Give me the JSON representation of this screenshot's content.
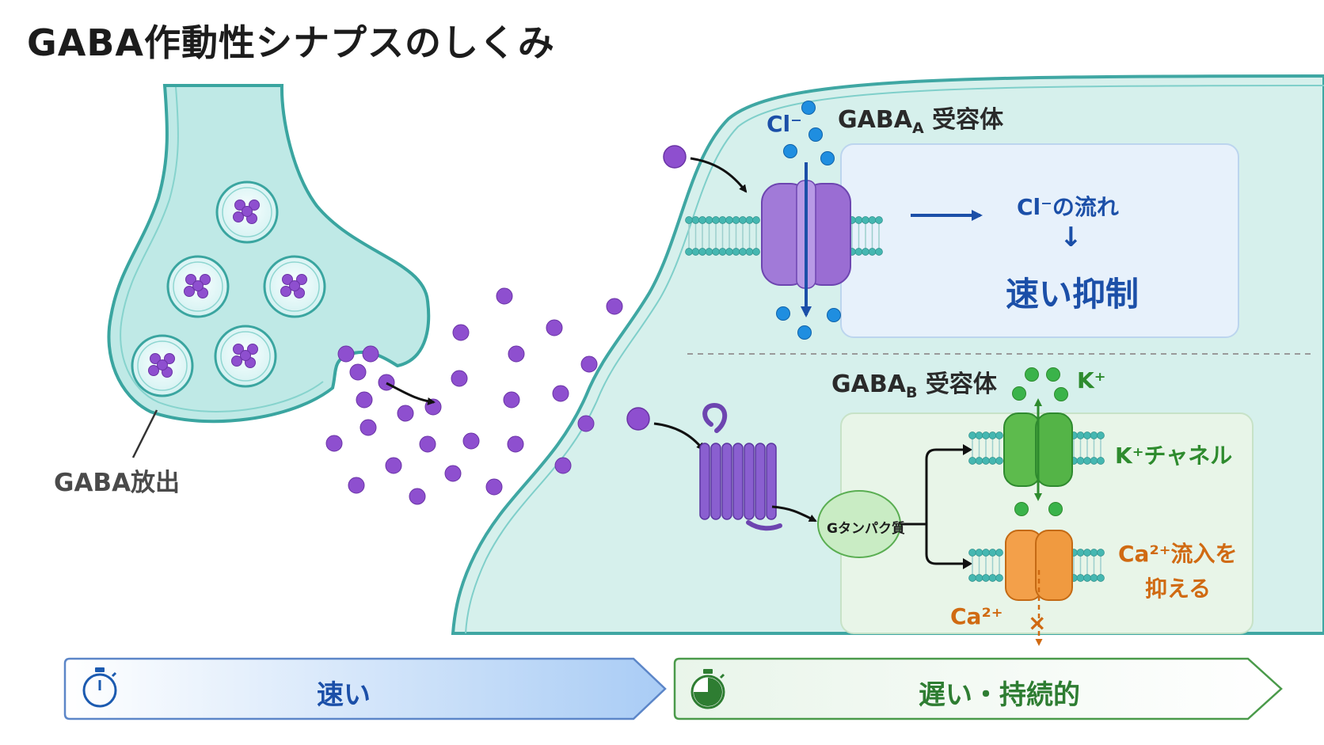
{
  "title": "GABA作動性シナプスのしくみ",
  "presynaptic": {
    "release_label": "GABA放出"
  },
  "gaba_a": {
    "receptor_prefix": "GABA",
    "receptor_sub": "A",
    "receptor_suffix": " 受容体",
    "ion_label": "Cl⁻",
    "flow_label": "Cl⁻の流れ",
    "arrow_down": "↓",
    "effect_label": "速い抑制"
  },
  "gaba_b": {
    "receptor_prefix": "GABA",
    "receptor_sub": "B",
    "receptor_suffix": " 受容体",
    "g_protein_label": "Gタンパク質",
    "k_ion_label": "K⁺",
    "k_channel_label": "K⁺チャネル",
    "ca_ion_label": "Ca²⁺",
    "ca_effect_line1": "Ca²⁺流入を",
    "ca_effect_line2": "抑える",
    "block_mark": "×"
  },
  "timeline": {
    "fast_label": "速い",
    "slow_label": "遅い・持続的"
  },
  "colors": {
    "gaba_molecule": "#8e4fcf",
    "chloride": "#1f8ee0",
    "potassium": "#3ab34a",
    "calcium": "#e08a28",
    "gaba_a_text": "#1b4fa8",
    "gaba_b_text": "#2e8b2e",
    "ca_text": "#d06a12",
    "neuron": "#cdeeee"
  }
}
